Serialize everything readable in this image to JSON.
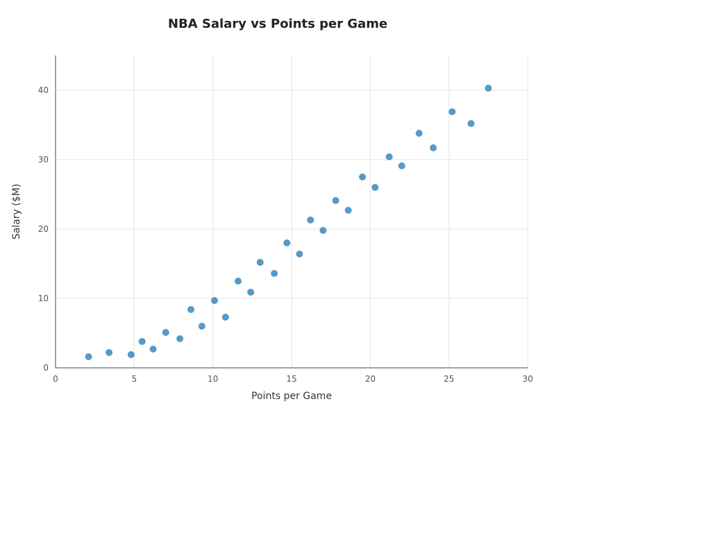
{
  "chart_data": {
    "type": "scatter",
    "title": "NBA Salary vs Points per Game",
    "xlabel": "Points per Game",
    "ylabel": "Salary ($M)",
    "xlim": [
      0,
      30
    ],
    "ylim": [
      0,
      45
    ],
    "xticks": [
      "0",
      "5",
      "10",
      "15",
      "20",
      "25",
      "30"
    ],
    "yticks": [
      "0",
      "10",
      "20",
      "30",
      "40"
    ],
    "grid": true,
    "legend": "none",
    "point_color": "#1f77b4",
    "points": [
      {
        "x": 2.1,
        "y": 1.6
      },
      {
        "x": 3.4,
        "y": 2.2
      },
      {
        "x": 4.8,
        "y": 1.9
      },
      {
        "x": 5.5,
        "y": 3.8
      },
      {
        "x": 6.2,
        "y": 2.7
      },
      {
        "x": 7.0,
        "y": 5.1
      },
      {
        "x": 7.9,
        "y": 4.2
      },
      {
        "x": 8.6,
        "y": 8.4
      },
      {
        "x": 9.3,
        "y": 6.0
      },
      {
        "x": 10.1,
        "y": 9.7
      },
      {
        "x": 10.8,
        "y": 7.3
      },
      {
        "x": 11.6,
        "y": 12.5
      },
      {
        "x": 12.4,
        "y": 10.9
      },
      {
        "x": 13.0,
        "y": 15.2
      },
      {
        "x": 13.9,
        "y": 13.6
      },
      {
        "x": 14.7,
        "y": 18.0
      },
      {
        "x": 15.5,
        "y": 16.4
      },
      {
        "x": 16.2,
        "y": 21.3
      },
      {
        "x": 17.0,
        "y": 19.8
      },
      {
        "x": 17.8,
        "y": 24.1
      },
      {
        "x": 18.6,
        "y": 22.7
      },
      {
        "x": 19.5,
        "y": 27.5
      },
      {
        "x": 20.3,
        "y": 26.0
      },
      {
        "x": 21.2,
        "y": 30.4
      },
      {
        "x": 22.0,
        "y": 29.1
      },
      {
        "x": 23.1,
        "y": 33.8
      },
      {
        "x": 24.0,
        "y": 31.7
      },
      {
        "x": 25.2,
        "y": 36.9
      },
      {
        "x": 26.4,
        "y": 35.2
      },
      {
        "x": 27.5,
        "y": 40.3
      }
    ]
  }
}
